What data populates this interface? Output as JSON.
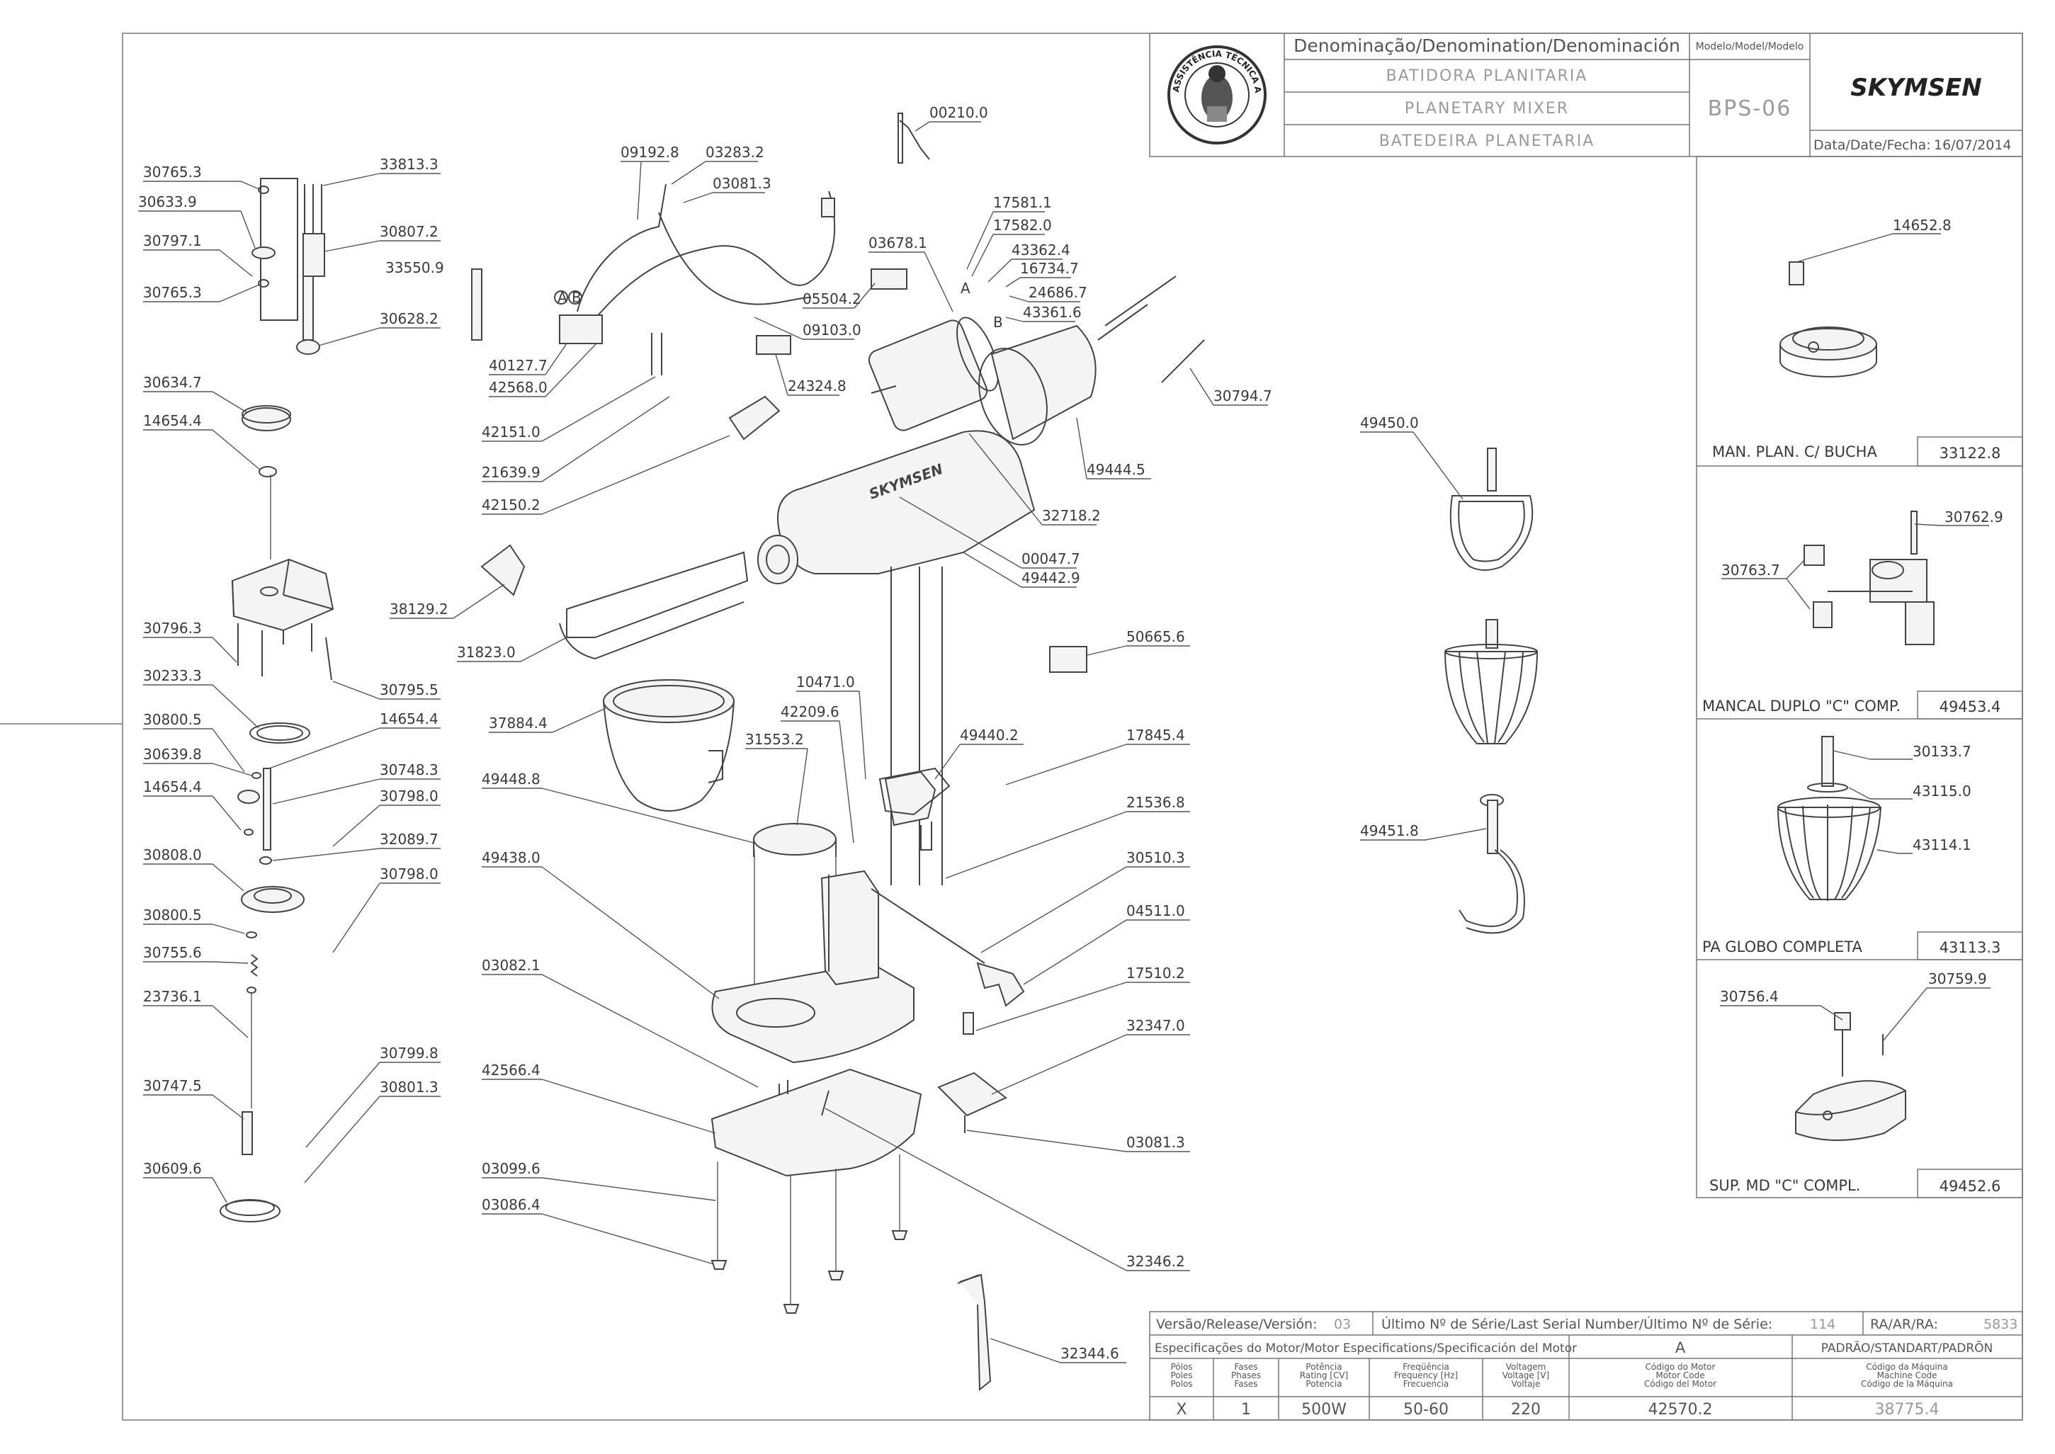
{
  "title_block": {
    "denomination_header": "Denominação/Denomination/Denominación",
    "names": [
      "BATIDORA PLANITARIA",
      "PLANETARY MIXER",
      "BATEDEIRA PLANETARIA"
    ],
    "model_header": "Modelo/Model/Modelo",
    "model": "BPS-06",
    "brand": "SKYMSEN",
    "seal_text": "ASSISTÊNCIA TÉCNICA AUTORIZADA",
    "date_label": "Data/Date/Fecha:",
    "date": "16/07/2014"
  },
  "bottom_block": {
    "version_label": "Versão/Release/Versión:",
    "version": "03",
    "serial_label": "Último Nº de Série/Last Serial Number/Último Nº de Série:",
    "serial": "114",
    "ra_label": "RA/AR/RA:",
    "ra": "5833",
    "motor_spec_label": "Especificações do Motor/Motor Especifications/Specificación del Motor",
    "motor_rev": "A",
    "standard_label": "PADRÃO/STANDART/PADRÕN",
    "headers": [
      "Pólos\nPoles\nPolos",
      "Fases\nPhases\nFases",
      "Potência\nRating [CV]\nPotencia",
      "Freqüência\nFrequency [Hz]\nFrecuencia",
      "Voltagem\nVoltage [V]\nVoltaje",
      "Código do Motor\nMotor Code\nCódigo del Motor",
      "Código da Máquina\nMachine Code\nCódigo de la Máquina"
    ],
    "values": [
      "X",
      "1",
      "500W",
      "50-60",
      "220",
      "42570.2",
      "38775.4"
    ]
  },
  "side_panels": [
    {
      "name": "MAN. PLAN. C/ BUCHA",
      "code": "33122.8",
      "parts": [
        "14652.8"
      ]
    },
    {
      "name": "MANCAL DUPLO \"C\" COMP.",
      "code": "49453.4",
      "parts": [
        "30762.9",
        "30763.7"
      ]
    },
    {
      "name": "PA GLOBO COMPLETA",
      "code": "43113.3",
      "parts": [
        "30133.7",
        "43115.0",
        "43114.1"
      ]
    },
    {
      "name": "SUP. MD \"C\" COMPL.",
      "code": "49452.6",
      "parts": [
        "30756.4",
        "30759.9"
      ]
    }
  ],
  "callouts": {
    "left_column": [
      "30765.3",
      "30633.9",
      "30797.1",
      "30765.3",
      "33813.3",
      "30807.2",
      "33550.9",
      "30628.2",
      "30634.7",
      "14654.4",
      "30796.3",
      "30233.3",
      "30795.5",
      "30800.5",
      "14654.4",
      "30639.8",
      "30748.3",
      "14654.4",
      "30798.0",
      "32089.7",
      "30808.0",
      "30798.0",
      "30800.5",
      "30755.6",
      "23736.1",
      "30799.8",
      "30747.5",
      "30801.3",
      "30609.6"
    ],
    "head_area": [
      "09192.8",
      "03283.2",
      "03081.3",
      "00210.0",
      "17581.1",
      "17582.0",
      "03678.1",
      "43362.4",
      "16734.7",
      "24686.7",
      "43361.6",
      "05504.2",
      "09103.0",
      "24324.8",
      "40127.7",
      "42568.0",
      "42151.0",
      "21639.9",
      "42150.2",
      "30794.7",
      "49444.5",
      "32718.2",
      "00047.7",
      "49442.9",
      "38129.2",
      "31823.0",
      "50665.6"
    ],
    "body_area": [
      "10471.0",
      "42209.6",
      "49440.2",
      "17845.4",
      "37884.4",
      "31553.2",
      "49448.8",
      "21536.8",
      "30510.3",
      "49438.0",
      "04511.0",
      "03082.1",
      "17510.2",
      "32347.0",
      "42566.4",
      "03081.3",
      "03099.6",
      "03086.4",
      "32346.2",
      "32344.6"
    ],
    "tools": [
      "49450.0",
      "49451.8"
    ],
    "markers": [
      "A",
      "B",
      "A",
      "B"
    ]
  }
}
